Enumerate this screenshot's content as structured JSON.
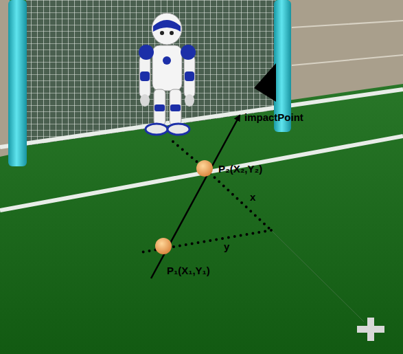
{
  "diagram": {
    "labels": [
      "impactPoint",
      "P₂(X₂,Y₂)",
      "x",
      "y",
      "P₁(X₁,Y₁)"
    ]
  }
}
